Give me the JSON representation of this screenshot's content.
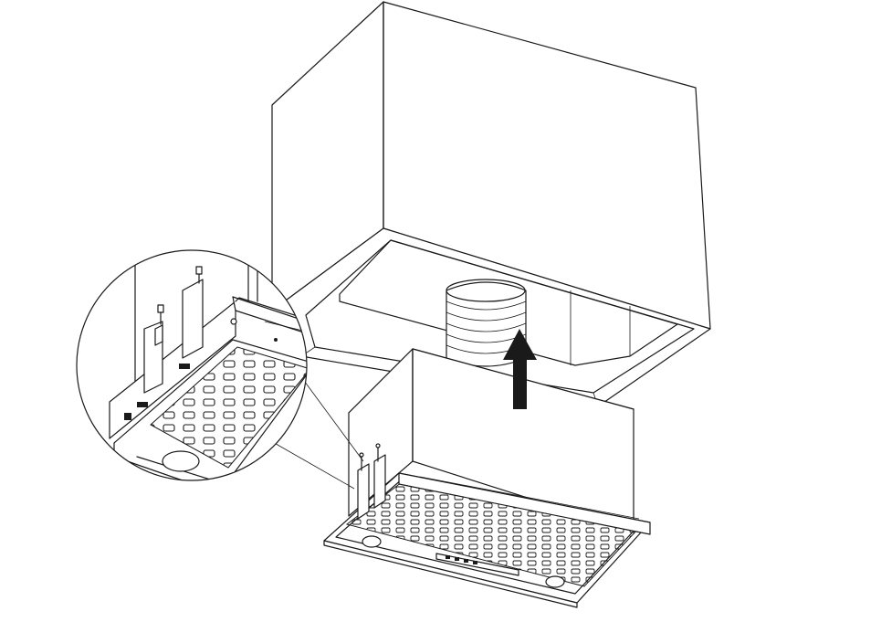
{
  "figure": {
    "kind": "installation-diagram",
    "line_color": "#1a1a1a",
    "background": "#ffffff",
    "parts": {
      "cabinet": "kitchen-cabinet",
      "duct": "exhaust-duct",
      "hood": "built-in-cooker-hood",
      "detail": "mounting-bracket-detail",
      "arrow": "push-up-arrow-icon",
      "lights": "light-lens-icon",
      "controls": "control-panel"
    },
    "arrow_direction": "up",
    "grille_pattern": "perforated-slots"
  }
}
